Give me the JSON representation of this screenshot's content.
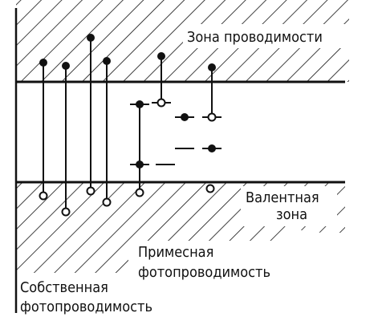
{
  "labels": {
    "conduction_band": "Зона проводимости",
    "valence_band_line1": "Валентная",
    "valence_band_line2": "зона",
    "impurity_line1": "Примесная",
    "impurity_line2": "фотопроводимость",
    "intrinsic_line1": "Собственная",
    "intrinsic_line2": "фотопроводимость"
  },
  "colors": {
    "ink": "#111111",
    "background": "#ffffff"
  }
}
